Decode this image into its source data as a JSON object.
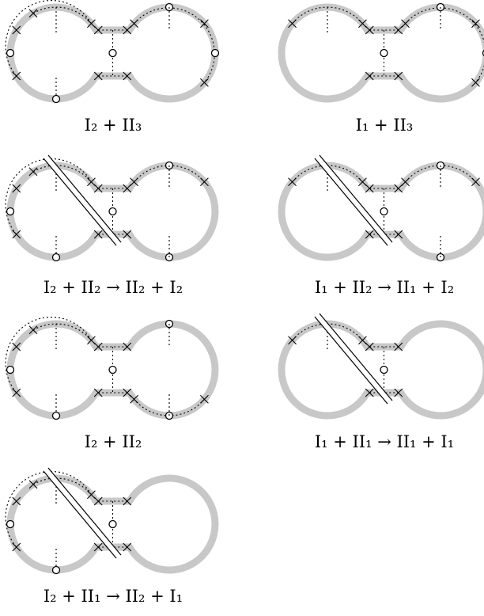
{
  "colors": {
    "band": "#c8c8c8",
    "ink": "#000000",
    "background": "#ffffff"
  },
  "panels": [
    {
      "caption": "I₂ + II₃",
      "left": {
        "crosses": "full",
        "dots": "left-arc",
        "bottom_circle": true,
        "side_circle": true
      },
      "right": {
        "crosses": "full",
        "dots": "right-arc",
        "top_circle": true,
        "side_circle": true
      },
      "neck_circle": true,
      "cut": false
    },
    {
      "caption": "I₁ + II₃",
      "left": {
        "crosses": "top",
        "dots": "top",
        "bottom_circle": false,
        "side_circle": false
      },
      "right": {
        "crosses": "full",
        "dots": "right-arc",
        "top_circle": true,
        "side_circle": true
      },
      "neck_circle": true,
      "cut": false
    },
    {
      "caption": "I₂ + II₂ → II₂ + I₂",
      "left": {
        "crosses": "full",
        "dots": "left-arc",
        "bottom_circle": true,
        "side_circle": true
      },
      "right": {
        "crosses": "top",
        "dots": "top",
        "top_circle": true,
        "bottom_circle": true
      },
      "neck_circle": true,
      "cut": true
    },
    {
      "caption": "I₁ + II₂ → II₁ + I₂",
      "left": {
        "crosses": "top",
        "dots": "top",
        "bottom_circle": false,
        "side_circle": false
      },
      "right": {
        "crosses": "top",
        "dots": "top",
        "top_circle": true,
        "bottom_circle": true
      },
      "neck_circle": true,
      "cut": true
    },
    {
      "caption": "I₂ + II₂",
      "left": {
        "crosses": "full",
        "dots": "left-arc",
        "bottom_circle": true,
        "side_circle": true
      },
      "right": {
        "crosses": "bottom",
        "dots": "bottom",
        "top_circle": true,
        "bottom_circle": true
      },
      "neck_circle": true,
      "cut": false
    },
    {
      "caption": "I₁ + II₁ → II₁ + I₁",
      "left": {
        "crosses": "top",
        "dots": "top",
        "bottom_circle": false,
        "side_circle": false
      },
      "right": {
        "crosses": "none",
        "dots": "none",
        "top_circle": false,
        "bottom_circle": false
      },
      "neck_circle": true,
      "cut": true
    },
    {
      "caption": "I₂ + II₁ → II₂ + I₁",
      "left": {
        "crosses": "full",
        "dots": "left-arc",
        "bottom_circle": true,
        "side_circle": true
      },
      "right": {
        "crosses": "none",
        "dots": "none",
        "top_circle": false,
        "bottom_circle": false
      },
      "neck_circle": true,
      "cut": true
    }
  ]
}
